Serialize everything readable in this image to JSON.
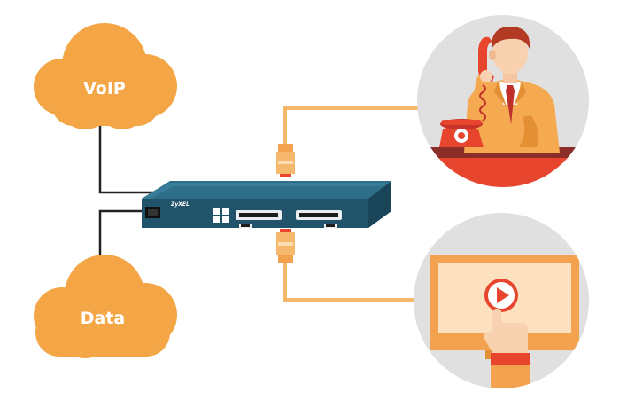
{
  "clouds": {
    "voip": {
      "label": "VoIP"
    },
    "data": {
      "label": "Data"
    }
  },
  "device": {
    "brand": "ZyXEL"
  },
  "colors": {
    "cloud": "#F4A646",
    "device_top": "#2E6E89",
    "device_front": "#1F4F66",
    "cable_orange": "#F6B86C",
    "cable_black": "#222222",
    "circle_bg": "#E0E0E0",
    "accent_red": "#E8452E",
    "screen_orange": "#F3A34F",
    "suit_orange": "#F5A950"
  },
  "icons": {
    "phone_user": "person-on-telephone-icon",
    "video": "video-play-screen-icon"
  }
}
